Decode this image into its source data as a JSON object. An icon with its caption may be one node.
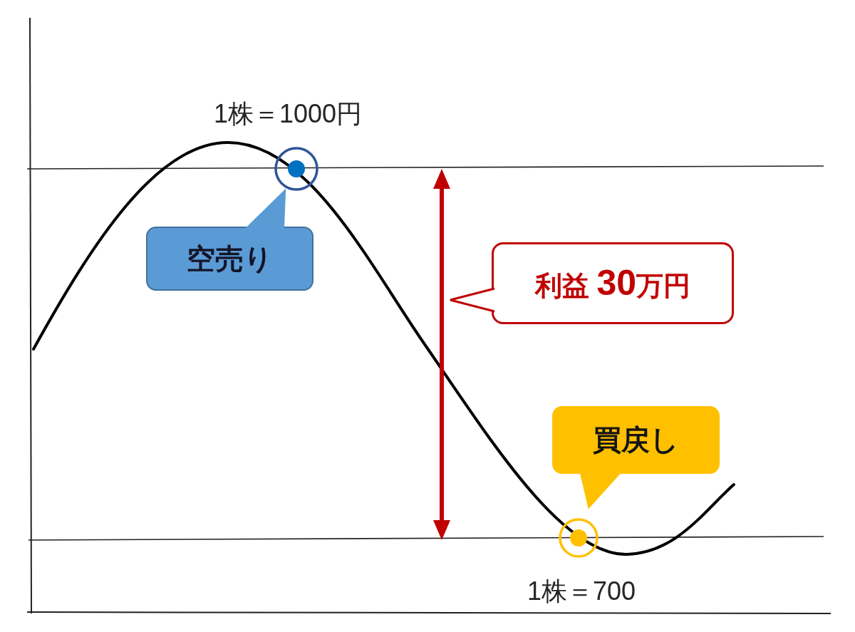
{
  "diagram": {
    "nodes": [
      {
        "text": [],
        "shape": "circle",
        "beside": [
          "1株＝1000円"
        ]
      },
      {
        "text": [],
        "shape": "arrow"
      },
      {
        "text": [
          "空売り"
        ]
      },
      {
        "text": [
          "利益 30万円"
        ]
      },
      {
        "text": [
          "買戻し"
        ]
      },
      {
        "text": [],
        "shape": "circle",
        "beside": [
          "1株＝700"
        ]
      }
    ],
    "edges": [
      {
        "from": 2,
        "to": 0,
        "arrow": "to",
        "color": "#5b9bd5"
      },
      {
        "from": 4,
        "to": 5,
        "arrow": "to",
        "color": "#ffc000"
      },
      {
        "from": 3,
        "to": 1,
        "arrow": "to",
        "color": "#c00000"
      }
    ]
  }
}
